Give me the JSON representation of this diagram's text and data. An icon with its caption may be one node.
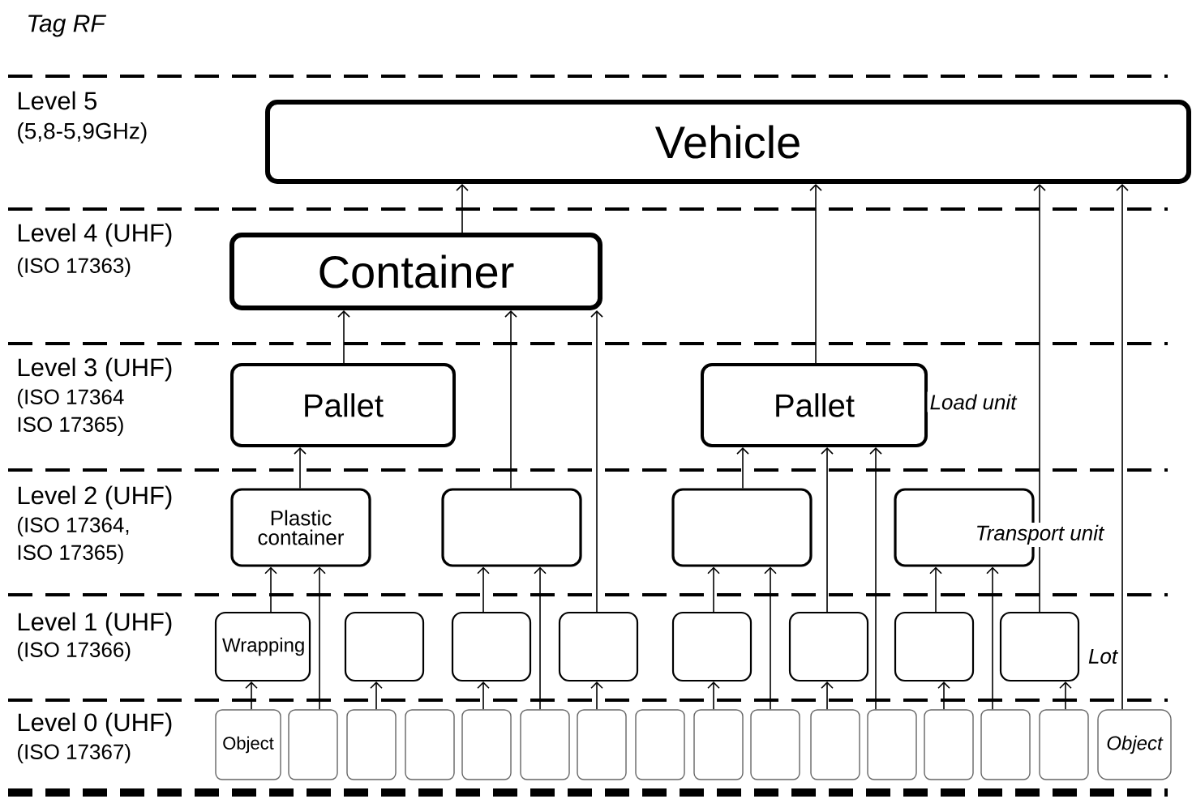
{
  "diagram": {
    "title": "Tag RF",
    "nodes": [
      {
        "text": [
          "Vehicle"
        ]
      },
      {
        "text": [
          "Container"
        ]
      },
      {
        "text": [
          "Pallet"
        ]
      },
      {
        "text": [
          "Pallet"
        ]
      },
      {
        "text": [
          "Plastic container"
        ]
      },
      {
        "text": [],
        "shape": "box"
      },
      {
        "text": [],
        "shape": "box"
      },
      {
        "text": [],
        "shape": "box"
      },
      {
        "text": [
          "Wrapping"
        ]
      },
      {
        "text": [],
        "shape": "box"
      },
      {
        "text": [],
        "shape": "box"
      },
      {
        "text": [],
        "shape": "box"
      },
      {
        "text": [],
        "shape": "box"
      },
      {
        "text": [],
        "shape": "box"
      },
      {
        "text": [],
        "shape": "box"
      },
      {
        "text": [],
        "shape": "box"
      },
      {
        "text": [
          "Object"
        ]
      },
      {
        "text": [],
        "shape": "box"
      },
      {
        "text": [],
        "shape": "box"
      },
      {
        "text": [],
        "shape": "box"
      },
      {
        "text": [],
        "shape": "box"
      },
      {
        "text": [],
        "shape": "box"
      },
      {
        "text": [],
        "shape": "box"
      },
      {
        "text": [],
        "shape": "box"
      },
      {
        "text": [],
        "shape": "box"
      },
      {
        "text": [],
        "shape": "box"
      },
      {
        "text": [],
        "shape": "box"
      },
      {
        "text": [],
        "shape": "box"
      },
      {
        "text": [],
        "shape": "box"
      },
      {
        "text": [],
        "shape": "box"
      },
      {
        "text": [],
        "shape": "box"
      },
      {
        "text": [
          "Object"
        ]
      }
    ],
    "edges": [
      {
        "from": 16,
        "to": 8,
        "arrow": "to"
      },
      {
        "from": 8,
        "to": 4,
        "arrow": "to"
      },
      {
        "from": 17,
        "to": 4,
        "arrow": "to"
      },
      {
        "from": 4,
        "to": 2,
        "arrow": "to"
      },
      {
        "from": 18,
        "to": 9,
        "arrow": "to"
      },
      {
        "from": 20,
        "to": 10,
        "arrow": "to"
      },
      {
        "from": 10,
        "to": 5,
        "arrow": "to"
      },
      {
        "from": 21,
        "to": 5,
        "arrow": "to"
      },
      {
        "from": 5,
        "to": 1,
        "arrow": "to"
      },
      {
        "from": 22,
        "to": 11,
        "arrow": "to"
      },
      {
        "from": 11,
        "to": 1,
        "arrow": "to"
      },
      {
        "from": 2,
        "to": 1,
        "arrow": "to"
      },
      {
        "from": 1,
        "to": 0,
        "arrow": "to"
      },
      {
        "from": 24,
        "to": 12,
        "arrow": "to"
      },
      {
        "from": 12,
        "to": 6,
        "arrow": "to"
      },
      {
        "from": 25,
        "to": 6,
        "arrow": "to"
      },
      {
        "from": 6,
        "to": 3,
        "arrow": "to"
      },
      {
        "from": 26,
        "to": 13,
        "arrow": "to"
      },
      {
        "from": 13,
        "to": 3,
        "arrow": "to"
      },
      {
        "from": 27,
        "to": 3,
        "arrow": "to"
      },
      {
        "from": 28,
        "to": 14,
        "arrow": "to"
      },
      {
        "from": 14,
        "to": 7,
        "arrow": "to"
      },
      {
        "from": 29,
        "to": 7,
        "arrow": "to"
      },
      {
        "from": 30,
        "to": 15,
        "arrow": "to"
      },
      {
        "from": 15,
        "to": 0,
        "arrow": "to"
      },
      {
        "from": 31,
        "to": 0,
        "arrow": "to"
      },
      {
        "from": 3,
        "to": 0,
        "arrow": "to"
      }
    ],
    "labels": [
      "Level 5",
      "(5,8-5,9GHz)",
      "Level 4 (UHF)",
      "(ISO 17363)",
      "Level 3 (UHF)",
      "(ISO 17364",
      "ISO 17365)",
      "Level 2 (UHF)",
      "(ISO 17364,",
      "ISO 17365)",
      "Level 1 (UHF)",
      "(ISO 17366)",
      "Level 0 (UHF)",
      "(ISO 17367)",
      "Load unit",
      "Transport unit",
      "Lot"
    ]
  }
}
